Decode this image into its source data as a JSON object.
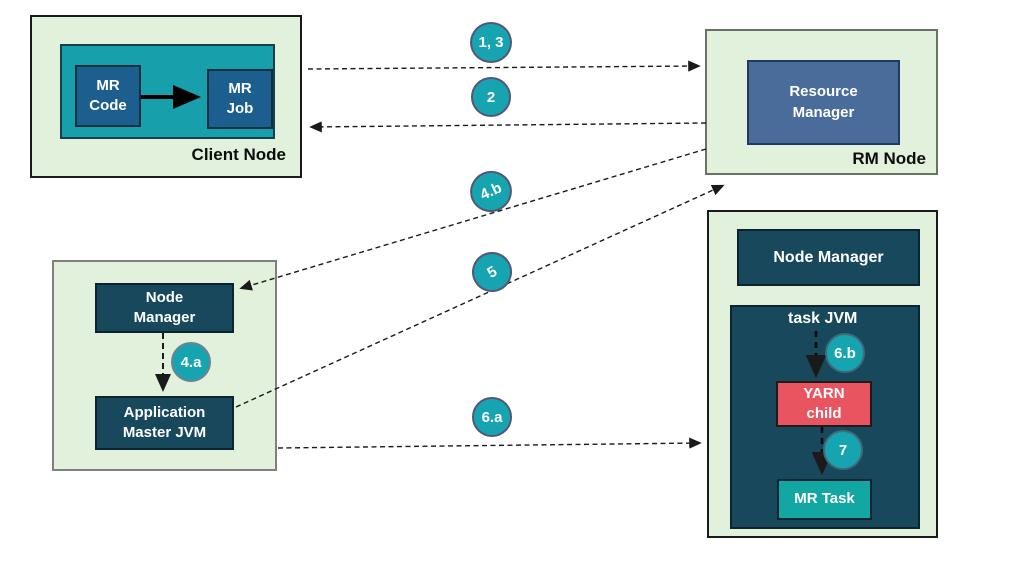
{
  "colors": {
    "node_background": "#e2f1dc",
    "teal_container": "#189fac",
    "steel_blue_box": "#1c5f8e",
    "slate_blue_box": "#4a6c9a",
    "dark_teal_box": "#17485c",
    "yarn_child_red": "#e85560",
    "mr_task_teal": "#12a7a3",
    "badge_teal": "#16a5b0",
    "arrow_black": "#1a1a1a"
  },
  "client_node": {
    "caption": "Client Node",
    "mr_code": "MR\nCode",
    "mr_job": "MR\nJob"
  },
  "rm_node": {
    "caption": "RM Node",
    "resource_manager": "Resource\nManager"
  },
  "app_master_node": {
    "node_manager": "Node\nManager",
    "app_master_jvm": "Application\nMaster JVM"
  },
  "task_node": {
    "node_manager": "Node Manager",
    "task_jvm_label": "task JVM",
    "yarn_child": "YARN\nchild",
    "mr_task": "MR Task"
  },
  "badges": {
    "step_1_3": "1, 3",
    "step_2": "2",
    "step_4a": "4.a",
    "step_4b": "4.b",
    "step_5": "5",
    "step_6a": "6.a",
    "step_6b": "6.b",
    "step_7": "7"
  }
}
